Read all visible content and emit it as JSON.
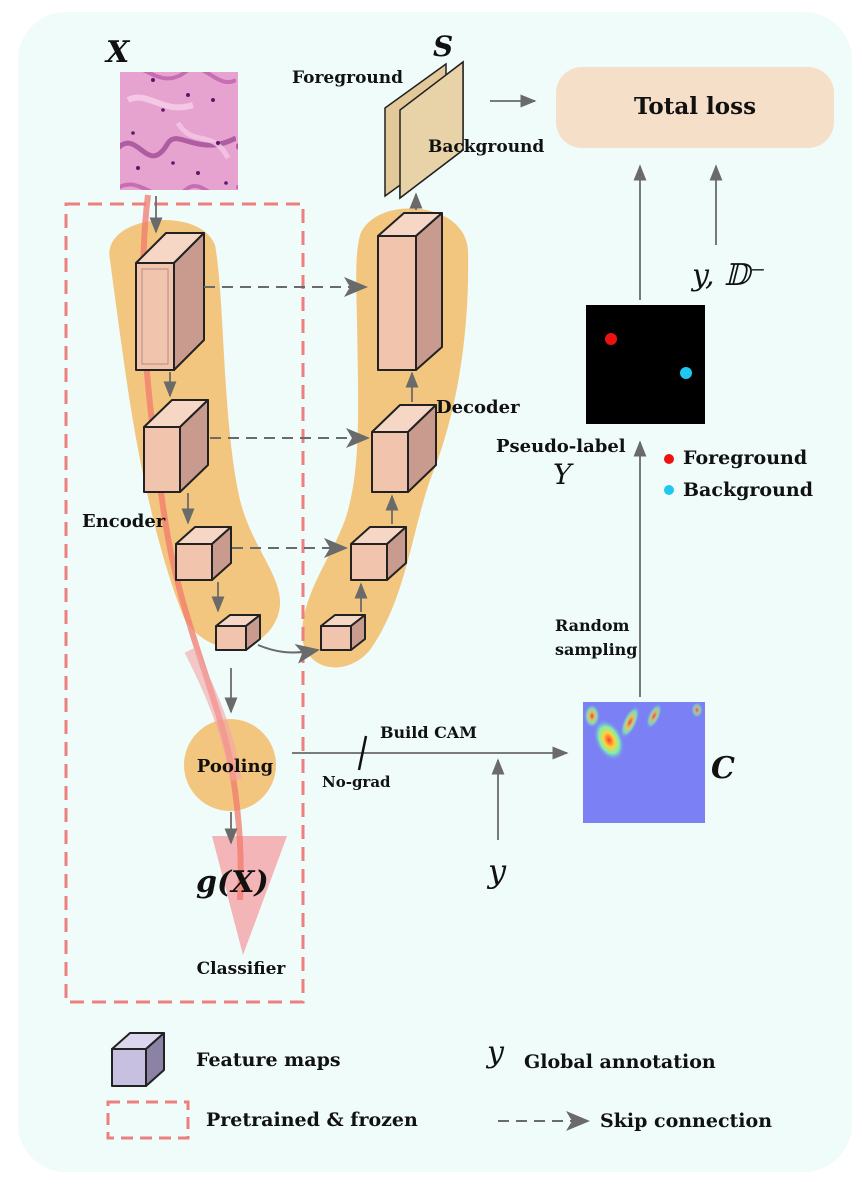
{
  "labels": {
    "x_symbol": "X",
    "s_symbol": "S",
    "foreground": "Foreground",
    "background": "Background",
    "total_loss": "Total loss",
    "decoder": "Decoder",
    "encoder": "Encoder",
    "pseudo_label": "Pseudo-label",
    "pseudo_label_symbol": "Y",
    "legend_foreground": "Foreground",
    "legend_background": "Background",
    "y_d_minus": "y, 𝔻⁻",
    "random": "Random",
    "sampling": "sampling",
    "build_cam": "Build CAM",
    "no_grad": "No-grad",
    "cam_symbol": "C",
    "pooling": "Pooling",
    "g_x": "g(X)",
    "y_input": "y",
    "classifier": "Classifier"
  },
  "legend": {
    "feature_maps": "Feature maps",
    "pretrained_frozen": "Pretrained & frozen",
    "y_symbol": "y",
    "global_annotation": "Global annotation",
    "skip_connection": "Skip connection"
  },
  "colors": {
    "panel_bg": "#effcfa",
    "network_blob": "#f3c67f",
    "frozen_border": "#ee7f7f",
    "cube": "#f0c4ad",
    "loss_box": "#f6dfc9",
    "mask_fg": "#e3c999",
    "fg_dot": "#ee1111",
    "bg_dot": "#1ec8ee",
    "arrow": "#666666",
    "cam_bg": "#7b81f4"
  }
}
